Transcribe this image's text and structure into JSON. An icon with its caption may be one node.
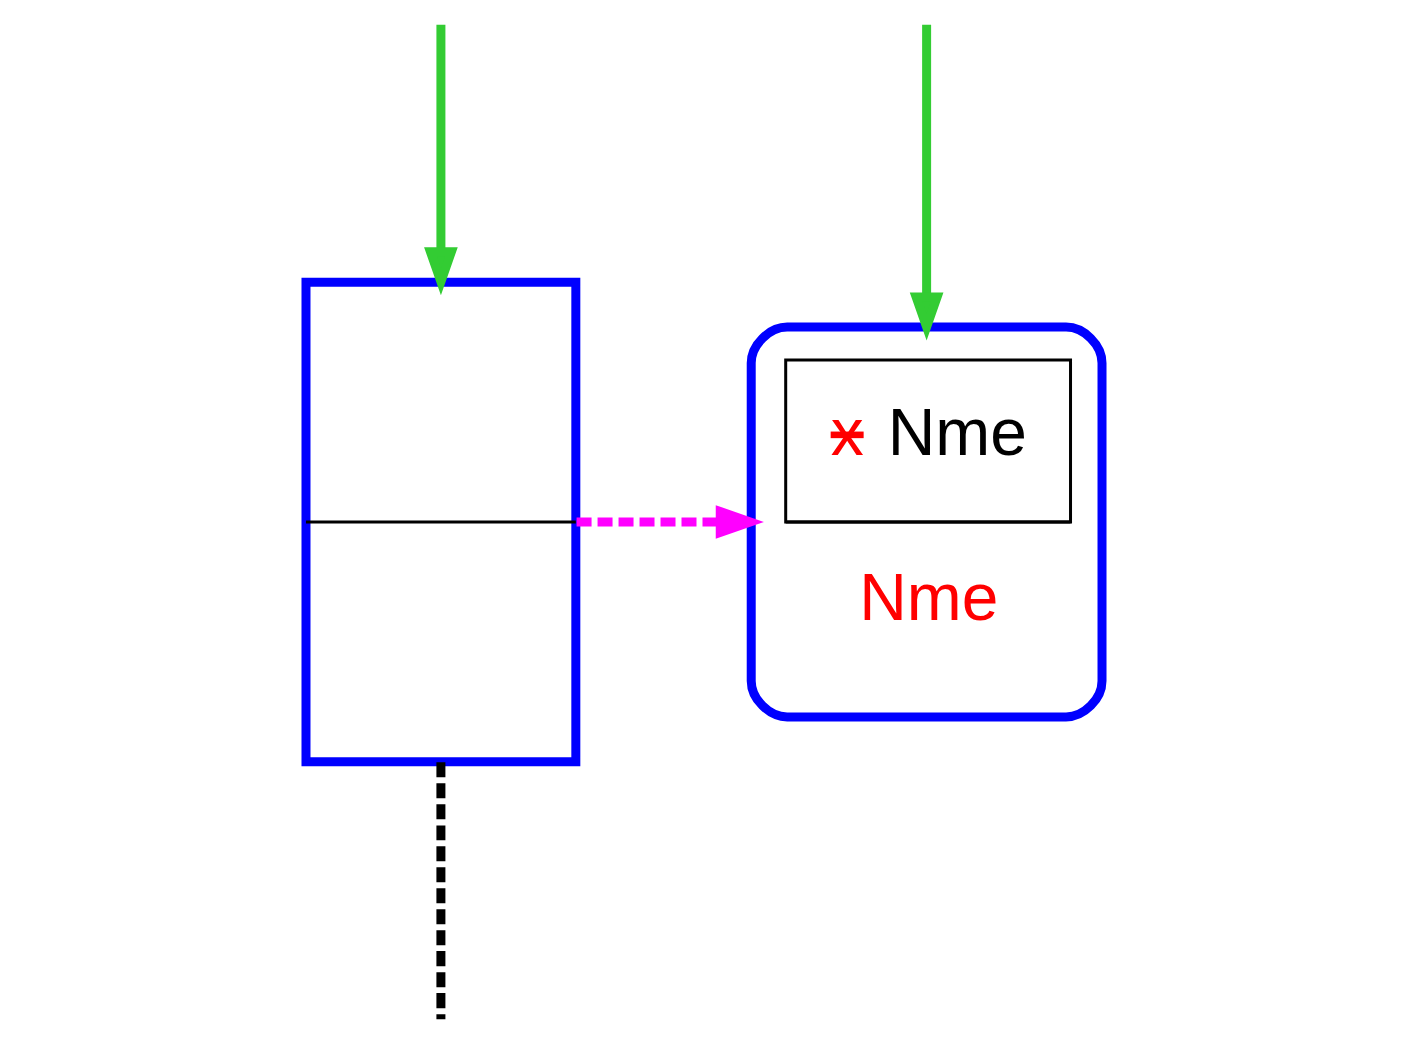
{
  "diagram": {
    "nodes": [
      {
        "text": [],
        "shape": "box"
      },
      {
        "text": [
          "x",
          "Nme",
          "Nme"
        ]
      }
    ],
    "edges": [
      {
        "from": 0,
        "to": null,
        "arrow": "none",
        "style": "dashed",
        "color": "#000000"
      },
      {
        "from": null,
        "to": 1,
        "arrow": "to",
        "color": "#33cc33"
      },
      {
        "from": 0,
        "to": 1,
        "arrow": "to",
        "style": "dashed",
        "color": "#ff00ff"
      },
      {
        "from": null,
        "to": 0,
        "arrow": "to",
        "color": "#33cc33"
      }
    ]
  }
}
